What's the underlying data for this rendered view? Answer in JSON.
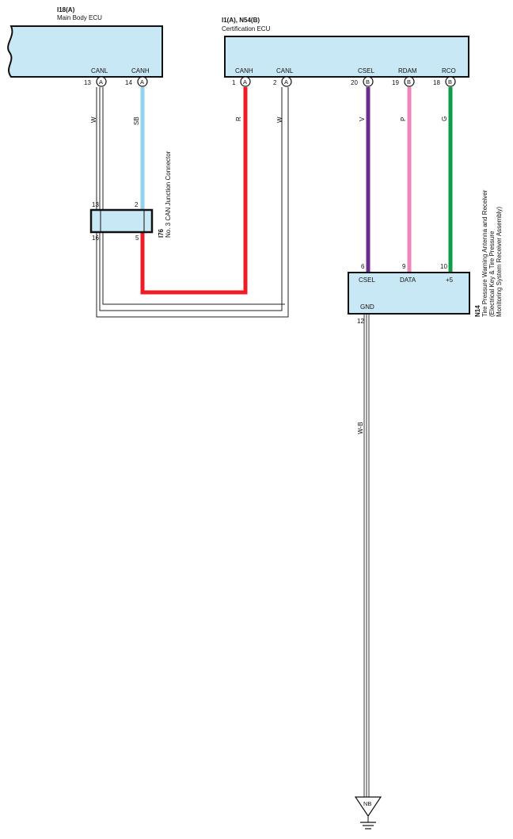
{
  "components": {
    "main_body_ecu": {
      "code": "I18(A)",
      "name": "Main Body ECU",
      "pins": {
        "canl": "CANL",
        "canh": "CANH"
      },
      "pin_numbers": {
        "canl": "13",
        "canh": "14"
      },
      "connector": "A"
    },
    "certification_ecu": {
      "code": "I1(A), N54(B)",
      "name": "Certification ECU",
      "pins": {
        "canh": "CANH",
        "canl": "CANL",
        "csel": "CSEL",
        "rdam": "RDAM",
        "rco": "RCO"
      },
      "pin_numbers": {
        "canh": "1",
        "canl": "2",
        "csel": "20",
        "rdam": "19",
        "rco": "18"
      },
      "connectors": {
        "canh": "A",
        "canl": "A",
        "csel": "B",
        "rdam": "B",
        "rco": "B"
      }
    },
    "junction": {
      "code": "I76",
      "name": "No. 3 CAN Junction Connector",
      "pins": {
        "tl": "13",
        "tr": "2",
        "bl": "16",
        "br": "5"
      }
    },
    "receiver": {
      "code": "N14",
      "line1": "Tire Pressure Warning Antenna and Receiver",
      "line2": "(Electrical Key & Tire Pressure",
      "line3": "Monitoring System Receiver Assembly)",
      "pins": {
        "csel": "CSEL",
        "data": "DATA",
        "plus5": "+5",
        "gnd": "GND"
      },
      "pin_numbers": {
        "csel": "6",
        "data": "9",
        "plus5": "10",
        "gnd": "12"
      }
    }
  },
  "wires": {
    "canl_main": "W",
    "canh_main": "SB",
    "canh_cert": "R",
    "canl_cert": "W",
    "csel": "V",
    "rdam": "P",
    "rco": "G",
    "gnd": "W-B"
  },
  "ground": {
    "label": "NB"
  },
  "colors": {
    "box_fill": "#c9e8f6",
    "sb": "#8fd3ec",
    "r": "#ee1c25",
    "v": "#6b2d8f",
    "p": "#ef85b8",
    "g": "#0d9d48"
  }
}
